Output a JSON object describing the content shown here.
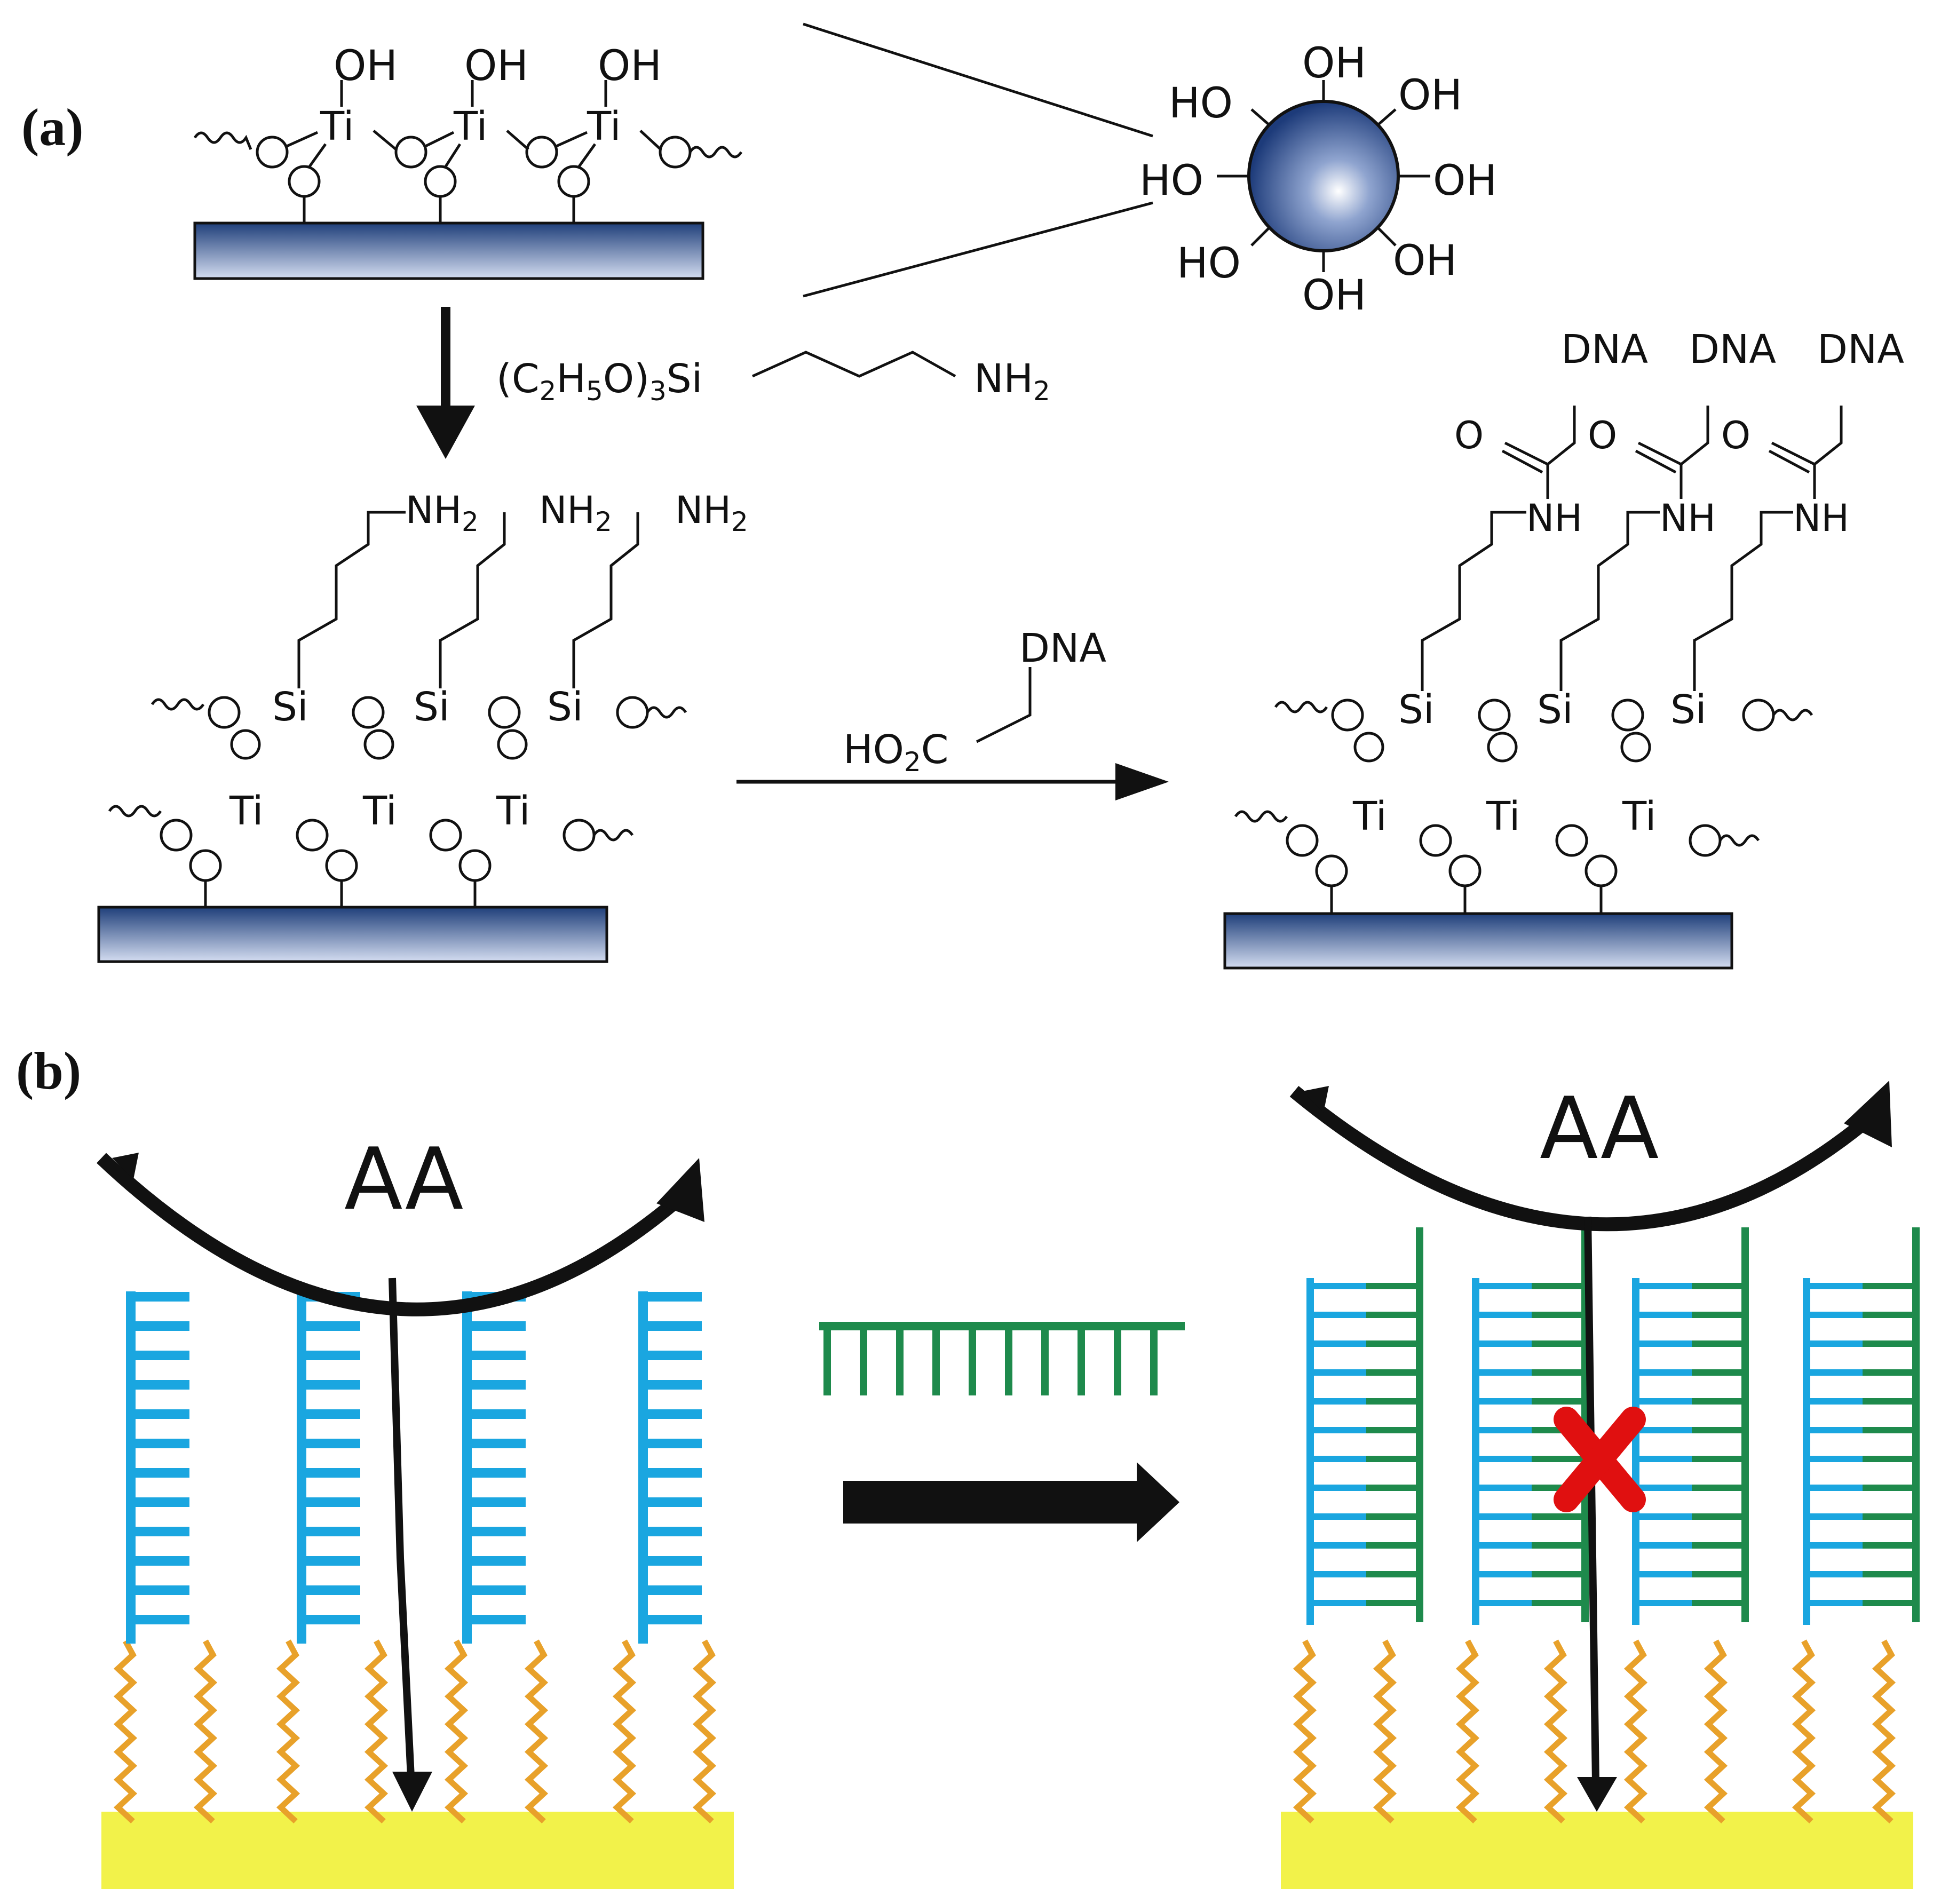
{
  "panels": {
    "a": "(a)",
    "b": "(b)"
  },
  "labels": {
    "oh": "OH",
    "ho": "HO",
    "ti": "Ti",
    "si": "Si",
    "nh2": "NH",
    "nh": "NH",
    "dna": "DNA",
    "o": "O",
    "reagent_prefix": "(C",
    "reagent_h": "H",
    "reagent_o": "O)",
    "reagent_si": "Si",
    "reagent_amine": "NH",
    "ho2c": "HO",
    "ho2c_c": "C",
    "aa": "AA"
  },
  "subscripts": {
    "two": "2",
    "five": "5",
    "three": "3"
  },
  "colors": {
    "substrate_dark": "#1f3f7a",
    "substrate_light": "#c9d6ee",
    "probe_dna": "#1aa6e0",
    "target_dna": "#1e8a4c",
    "linker": "#e8a12a",
    "electrode": "#f2f24a",
    "block_mark": "#e01010",
    "ink": "#111111"
  }
}
